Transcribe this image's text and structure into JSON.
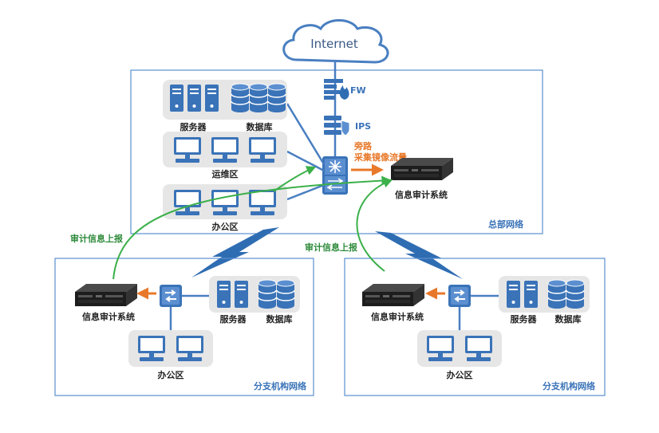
{
  "cloud": {
    "label": "Internet"
  },
  "hq": {
    "fw_label": "FW",
    "ips_label": "IPS",
    "servers_label": "服务器",
    "db_label": "数据库",
    "ops_label": "运维区",
    "office_label": "办公区",
    "bypass_line1": "旁路",
    "bypass_line2": "采集镜像流量",
    "audit_label": "信息审计系统",
    "zone_label": "总部网络"
  },
  "branch_left": {
    "audit_label": "信息审计系统",
    "servers_label": "服务器",
    "db_label": "数据库",
    "office_label": "办公区",
    "zone_label": "分支机构网络",
    "report_label": "审计信息上报"
  },
  "branch_right": {
    "audit_label": "信息审计系统",
    "servers_label": "服务器",
    "db_label": "数据库",
    "office_label": "办公区",
    "zone_label": "分支机构网络",
    "report_label": "审计信息上报"
  },
  "colors": {
    "blue": "#3a73b8",
    "line_blue": "#4a7fc1",
    "green": "#3cb04a",
    "orange": "#e8782a",
    "panel": "#e6e6e6",
    "border": "#5b8fd0"
  }
}
